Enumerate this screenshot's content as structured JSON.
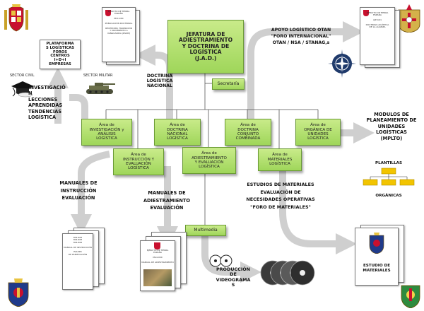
{
  "boxes": {
    "jefatura": "JEFATURA DE\nADIESTRAMIENTO\nY DOCTRINA DE\nLOGÍSTICA\n(J.A.D.)",
    "secretaria": "Secretaría",
    "investigacion": "Área de\nINVESTIGACIÓN y\nANÁLISIS\nLOGÍSTICA",
    "doctrina": "Área de\nDOCTRINA\nNACIONAL\nLOGÍSTICA",
    "conjunto": "Área de\nDOCTRINA\nCONJUNTO\nCOMBINADA",
    "unidades": "Área de\nORGÁNICA DE\nUNIDADES\nLOGÍSTICA",
    "instruccion": "Área de\nINSTRUCCIÓN Y\nEVALUACIÓN\nLOGÍSTICA",
    "adiestramiento": "Área de\nADIESTRAMIENTO\nY EVALUACIÓN\nLOGÍSTICA",
    "materiales": "Área de\nMATERIALES\nLOGÍSTICA",
    "multimedia": "Multimedia"
  },
  "labels": {
    "plataforma": "PLATAFORMA\nS LOGÍSTICAS\nFOROS\nCENTROS\nI+D+I\nEMPRESAS",
    "sector_civil": "SECTOR CIVIL",
    "sector_militar": "SECTOR MILITAR",
    "investigacion": "INVESTIGACIÓ\nN\nLECCIONES\nAPRENDIDAS\nTENDENCIAS\nLOGÍSTICA",
    "doctrina_log": "DOCTRINA\nLOGÍSTICA\nNACIONAL",
    "apoyo_otan": "APOYO LOGÍSTICO OTAN\n\"FORO INTERNACIONAL\"\nOTAN / NSA / STANAG,s",
    "modulos": "MODULOS DE\nPLANEAMIENTO DE\nUNIDADES\nLOGÍSTICAS\n(MPLTO)",
    "plantillas": "PLANTILLAS",
    "organicas": "ORGÁNICAS",
    "manuales_instr": "MANUALES DE\nINSTRUCCIÓN\nEVALUACIÓN",
    "manuales_adiest": "MANUALES DE\nADIESTRAMIENTO\nEVALUACIÓN",
    "estudios": "ESTUDIOS DE MATERIALES\nEVALUACIÓN DE\nNECESIDADES OPERATIVAS\n\"FORO DE MATERIALES\"",
    "produccion": "PRODUCCIÓN\nDE\nVIDEOGRAMA\nS",
    "estudio_mat": "ESTUDIO DE\nMATERIALES"
  },
  "docs": {
    "pdc": "EJÉRCITO DE TIERRA\nESPAÑA\n\nPDC-000\n\nPUBLICACIÓN DOCTRINAL\n\nRECEPCIÓN, TRANSICIÓN\nY MOVIMIENTO A\nVANGUARDIA (RSOM)",
    "otan": "EJÉRCITO DE TIERRA\nESPAÑA\n\nAJP-4(C)\n\nDOCTRINA LOGÍSTICA\nDE LA ALIANZA",
    "mi": "MI4-608\nMI4-608\nMI4-608\n\nMANUAL DE INSTRUCCIÓN\n\nEQUIPO\nDE PANIFICACIÓN",
    "ma": "EJÉRCITO DE TIERRA\nESPAÑA\n\nMA4-000\n\nMANUAL DE ADIESTRAMIENTO"
  },
  "colors": {
    "box_fill_top": "#c9eb8a",
    "box_fill_bottom": "#9fd65a",
    "arrow": "#cccccc",
    "connector": "#555555",
    "plantilla": "#f2c400"
  },
  "icons": {
    "coat_of_arms": "coat-of-arms-icon",
    "nato": "nato-compass-icon",
    "tank": "tank-icon",
    "graduation": "graduation-cap-icon",
    "film": "film-reel-icon",
    "dvd": "dvd-icon",
    "org_chart": "org-chart-icon"
  }
}
